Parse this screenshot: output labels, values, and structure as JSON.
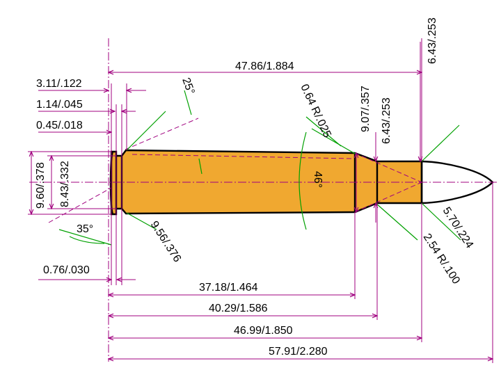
{
  "colors": {
    "case_fill": "#f0a830",
    "bullet_fill": "#ffffff",
    "dimension_line": "#a0007f",
    "angle_line": "#00a000",
    "outline": "#000000"
  },
  "labels": {
    "overall_length": "57.91/2.280",
    "case_length": "46.99/1.850",
    "neck_start": "40.29/1.586",
    "shoulder_start": "37.18/1.464",
    "head_to_neck_end": "47.86/1.884",
    "rim_to_groove": "3.11/.122",
    "groove_width": "1.14/.045",
    "groove_offset": "0.45/.018",
    "rim_thickness": "0.76/.030",
    "rim_diameter": "9.60/.378",
    "groove_diameter": "8.43/.332",
    "base_diameter": "9.56/.376",
    "shoulder_radius": "0.64 R/.025",
    "shoulder_diameter": "9.07/.357",
    "neck_diameter_mid": "6.43/.253",
    "neck_diameter_top": "6.43/.253",
    "bullet_diameter": "5.70/.224",
    "neck_radius": "2.54 R/.100",
    "rim_chamfer_angle": "35°",
    "groove_angle": "25°",
    "shoulder_angle": "46°"
  }
}
